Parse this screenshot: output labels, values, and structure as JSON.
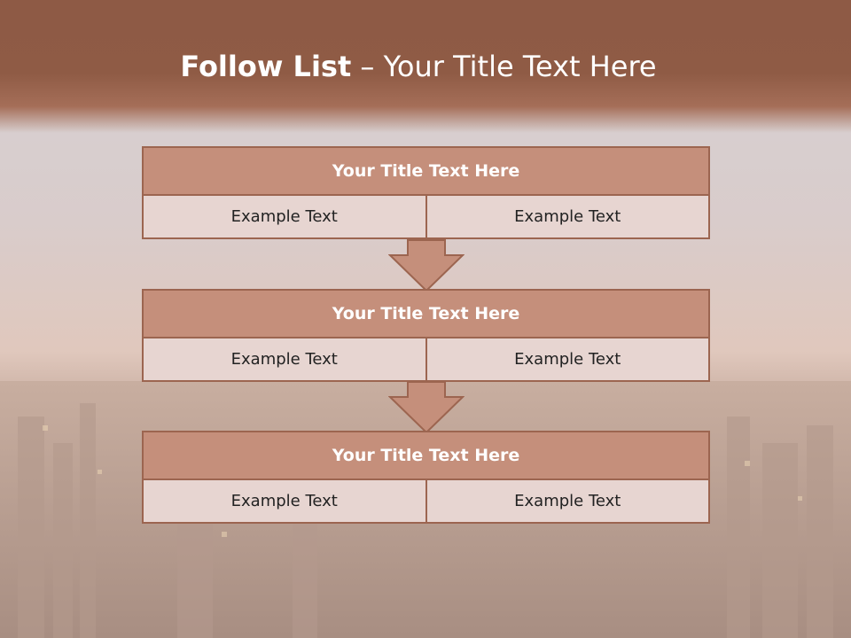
{
  "title": {
    "bold": "Follow List",
    "rest": " – Your Title Text Here"
  },
  "blocks": [
    {
      "title": "Your Title Text Here",
      "left": "Example Text",
      "right": "Example Text"
    },
    {
      "title": "Your Title Text Here",
      "left": "Example Text",
      "right": "Example Text"
    },
    {
      "title": "Your Title Text Here",
      "left": "Example Text",
      "right": "Example Text"
    }
  ],
  "colors": {
    "header": "#8e5a45",
    "box_title": "#c58f7b",
    "box_row": "#e7d5d1",
    "border": "#9c6550"
  }
}
